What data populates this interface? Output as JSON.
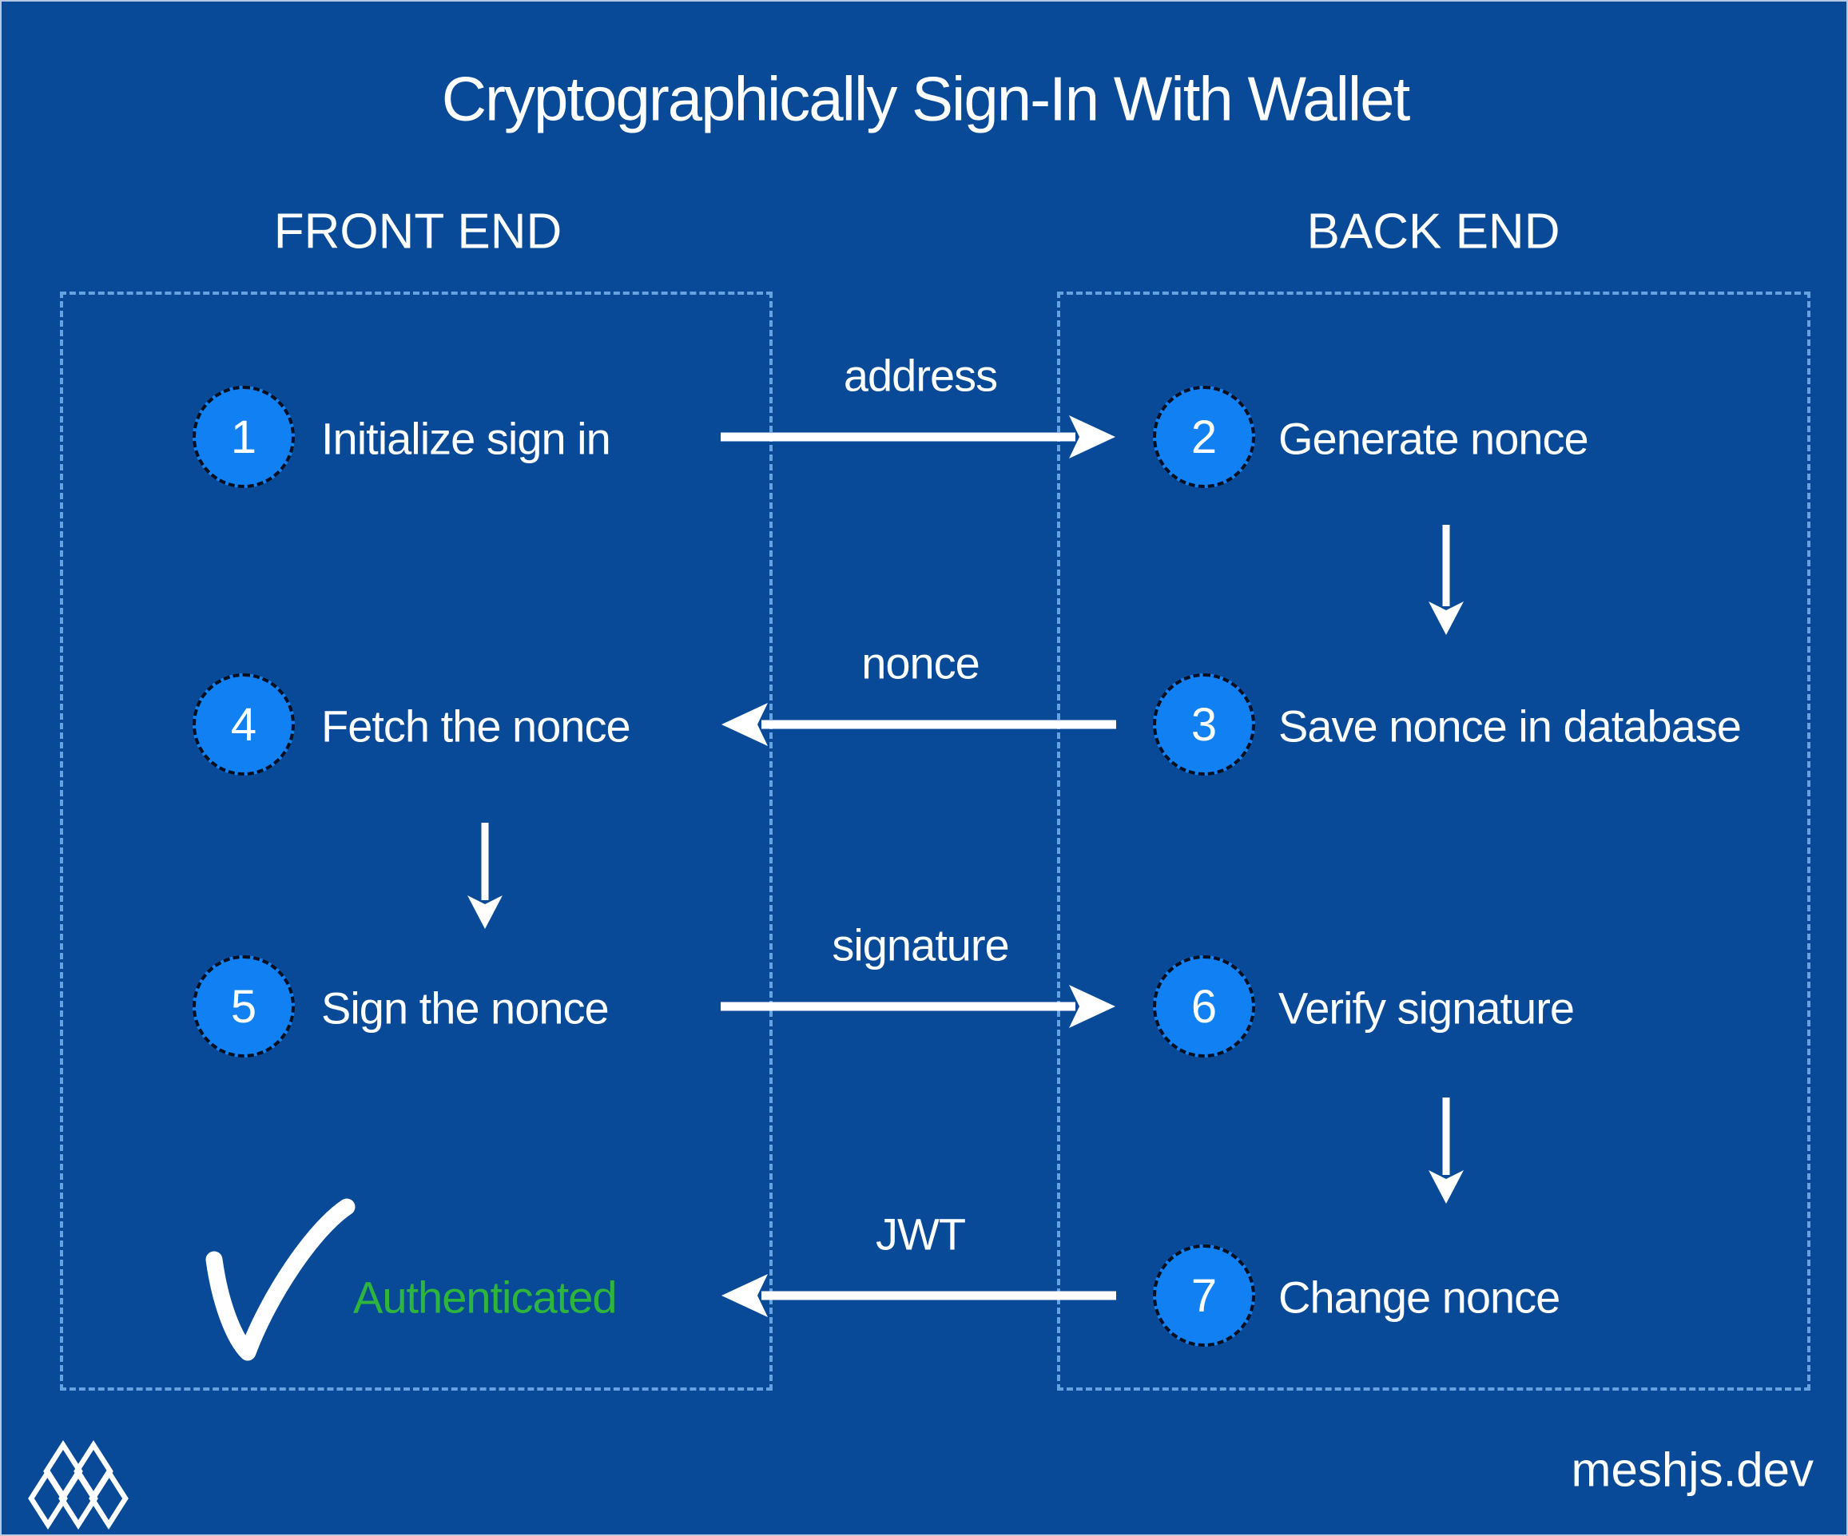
{
  "title": "Cryptographically Sign-In With Wallet",
  "columns": {
    "front": "FRONT END",
    "back": "BACK END"
  },
  "steps": [
    {
      "num": "1",
      "label": "Initialize sign in"
    },
    {
      "num": "2",
      "label": "Generate nonce"
    },
    {
      "num": "3",
      "label": "Save nonce in database"
    },
    {
      "num": "4",
      "label": "Fetch the nonce"
    },
    {
      "num": "5",
      "label": "Sign the nonce"
    },
    {
      "num": "6",
      "label": "Verify signature"
    },
    {
      "num": "7",
      "label": "Change nonce"
    }
  ],
  "messages": [
    {
      "label": "address",
      "direction": "right"
    },
    {
      "label": "nonce",
      "direction": "left"
    },
    {
      "label": "signature",
      "direction": "right"
    },
    {
      "label": "JWT",
      "direction": "left"
    }
  ],
  "result": {
    "label": "Authenticated",
    "icon": "check-icon"
  },
  "footer": {
    "site": "meshjs.dev",
    "logo": "mesh-logo-icon"
  },
  "colors": {
    "bg": "#084a98",
    "circle": "#1180f2",
    "boxline": "#66a1e0",
    "green": "#2db53d",
    "ink": "#ffffff",
    "circle-edge": "#04101f",
    "frame": "#b6c8e3"
  }
}
